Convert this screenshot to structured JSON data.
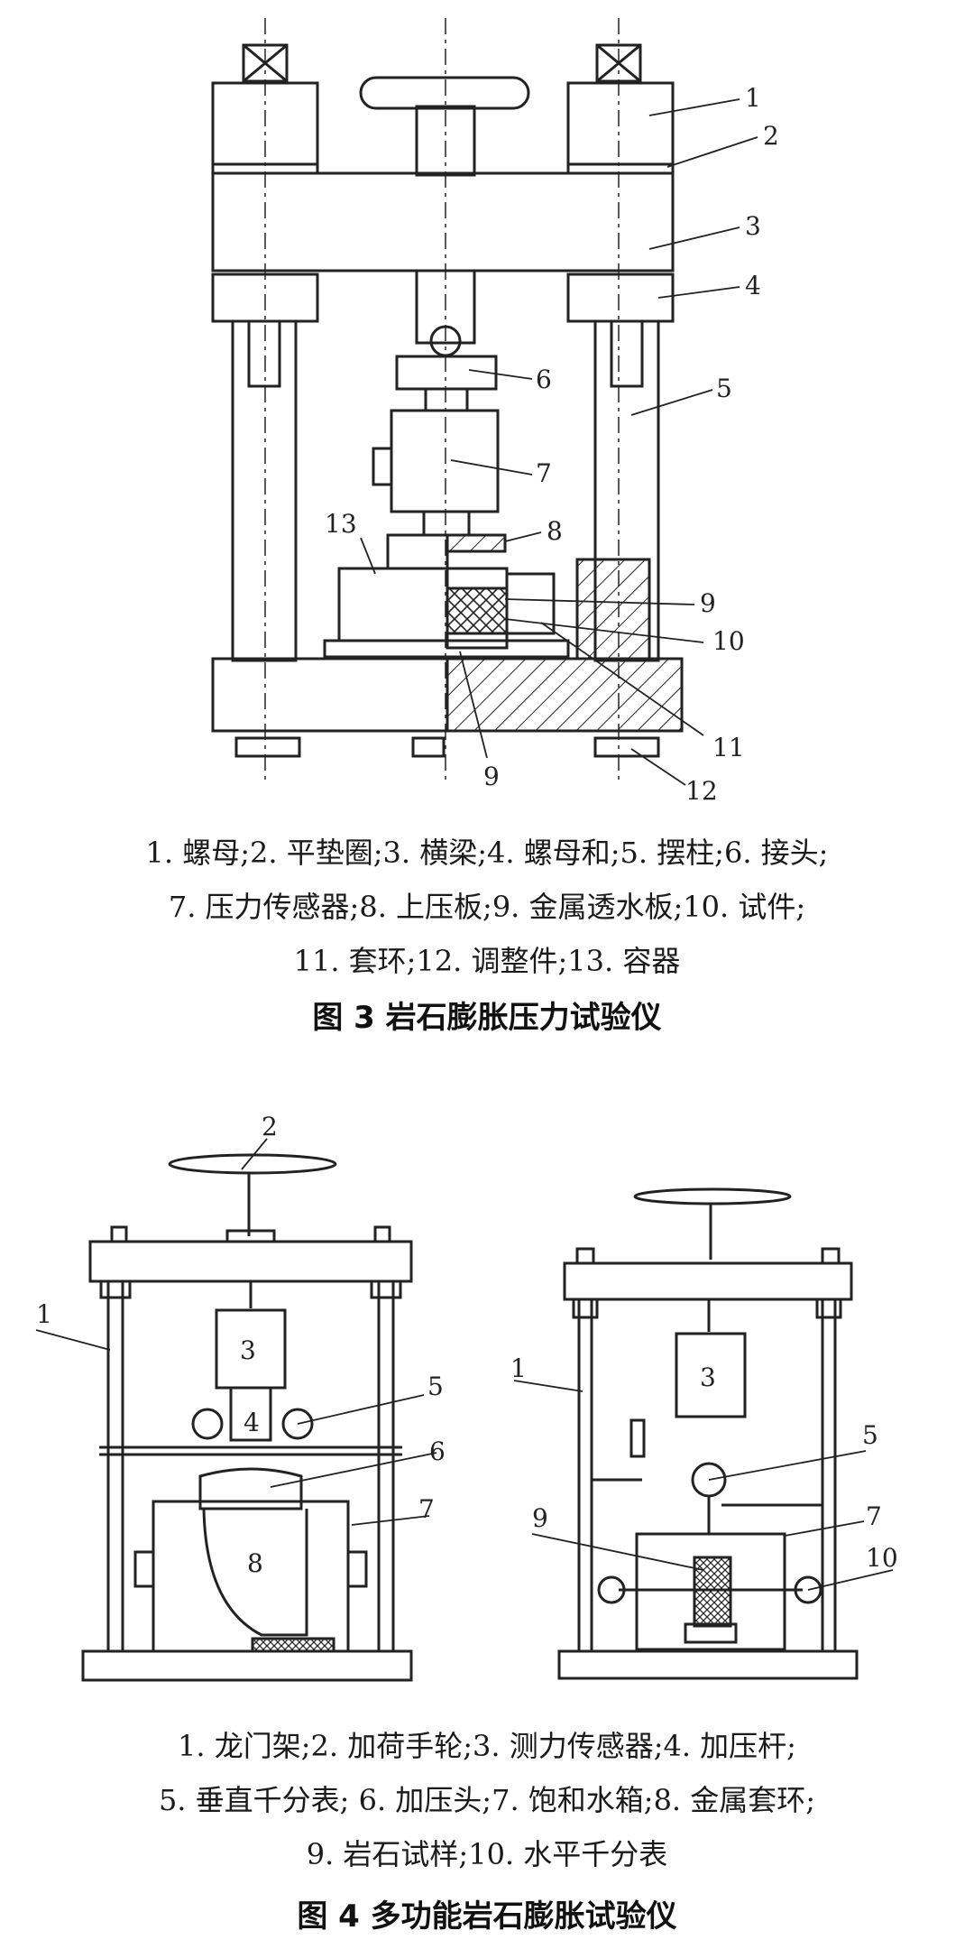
{
  "figure3": {
    "labels": [
      "1",
      "2",
      "3",
      "4",
      "5",
      "6",
      "7",
      "8",
      "9",
      "10",
      "11",
      "12",
      "13",
      "9"
    ],
    "caption_lines": [
      "1. 螺母;2. 平垫圈;3. 横梁;4. 螺母和;5. 摆柱;6. 接头;",
      "7. 压力传感器;8. 上压板;9. 金属透水板;10. 试件;",
      "11. 套环;12. 调整件;13. 容器"
    ],
    "title": "图 3    岩石膨胀压力试验仪"
  },
  "figure4": {
    "left_labels": [
      "1",
      "2",
      "3",
      "4",
      "5",
      "6",
      "7",
      "8"
    ],
    "right_labels": [
      "1",
      "3",
      "5",
      "7",
      "9",
      "10"
    ],
    "caption_lines": [
      "1. 龙门架;2. 加荷手轮;3. 测力传感器;4. 加压杆;",
      "5. 垂直千分表; 6. 加压头;7. 饱和水箱;8. 金属套环;",
      "9. 岩石试样;10. 水平千分表"
    ],
    "title": "图 4    多功能岩石膨胀试验仪"
  }
}
